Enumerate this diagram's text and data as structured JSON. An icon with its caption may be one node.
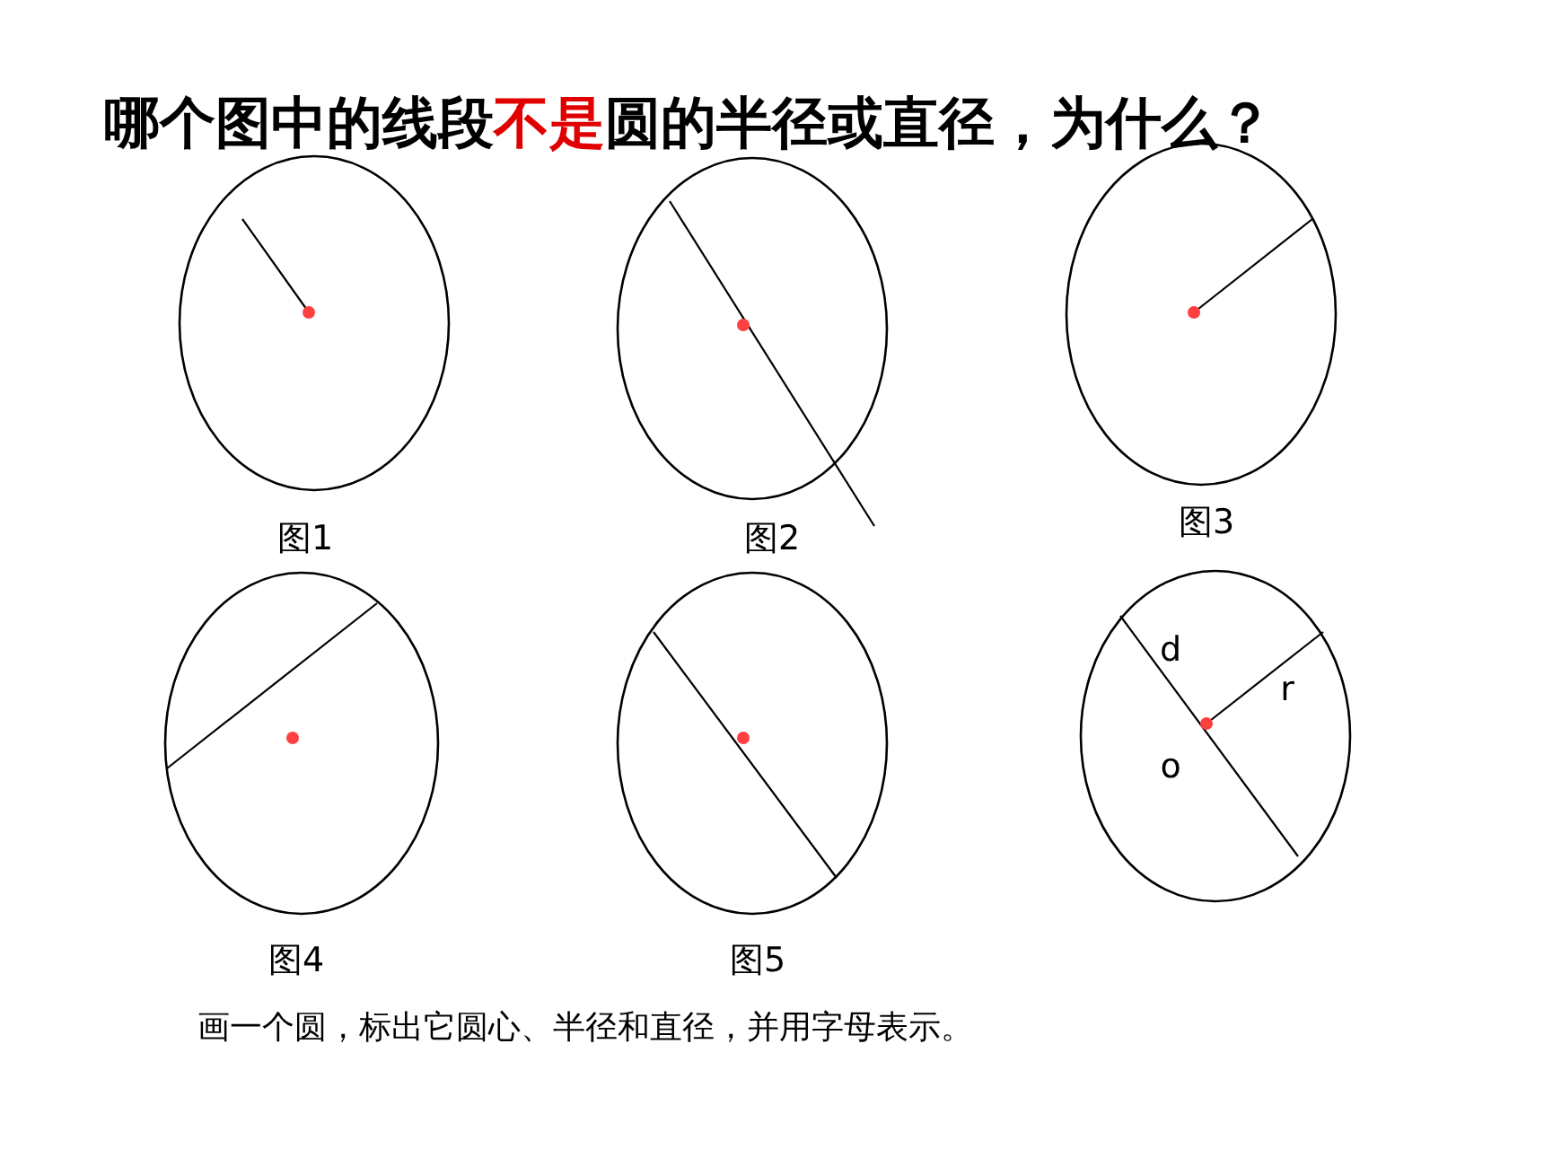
{
  "diagram": {
    "title": "哪个图中的线段**不是**圆的半径或直径，为什么？",
    "labels": [
      "图1",
      "图2",
      "图3",
      "d",
      "r",
      "o",
      "图4",
      "图5",
      "画一个圆，标出它圆心、半径和直径，并用字母表示。"
    ]
  }
}
